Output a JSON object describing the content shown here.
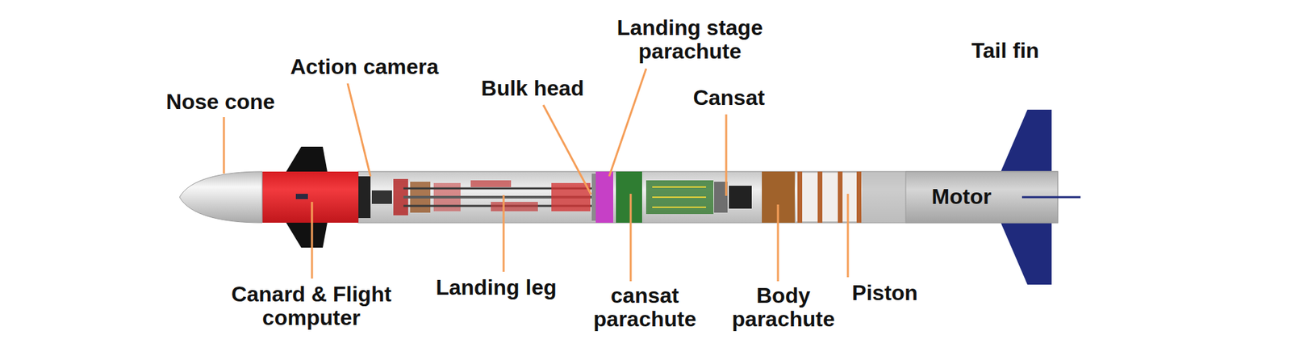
{
  "diagram": {
    "labels": [
      "Nose cone",
      "Action camera",
      "Bulk head",
      "Landing stage parachute",
      "Cansat",
      "Tail fin",
      "Motor",
      "Canard & Flight computer",
      "Landing leg",
      "cansat parachute",
      "Body parachute",
      "Piston"
    ]
  }
}
